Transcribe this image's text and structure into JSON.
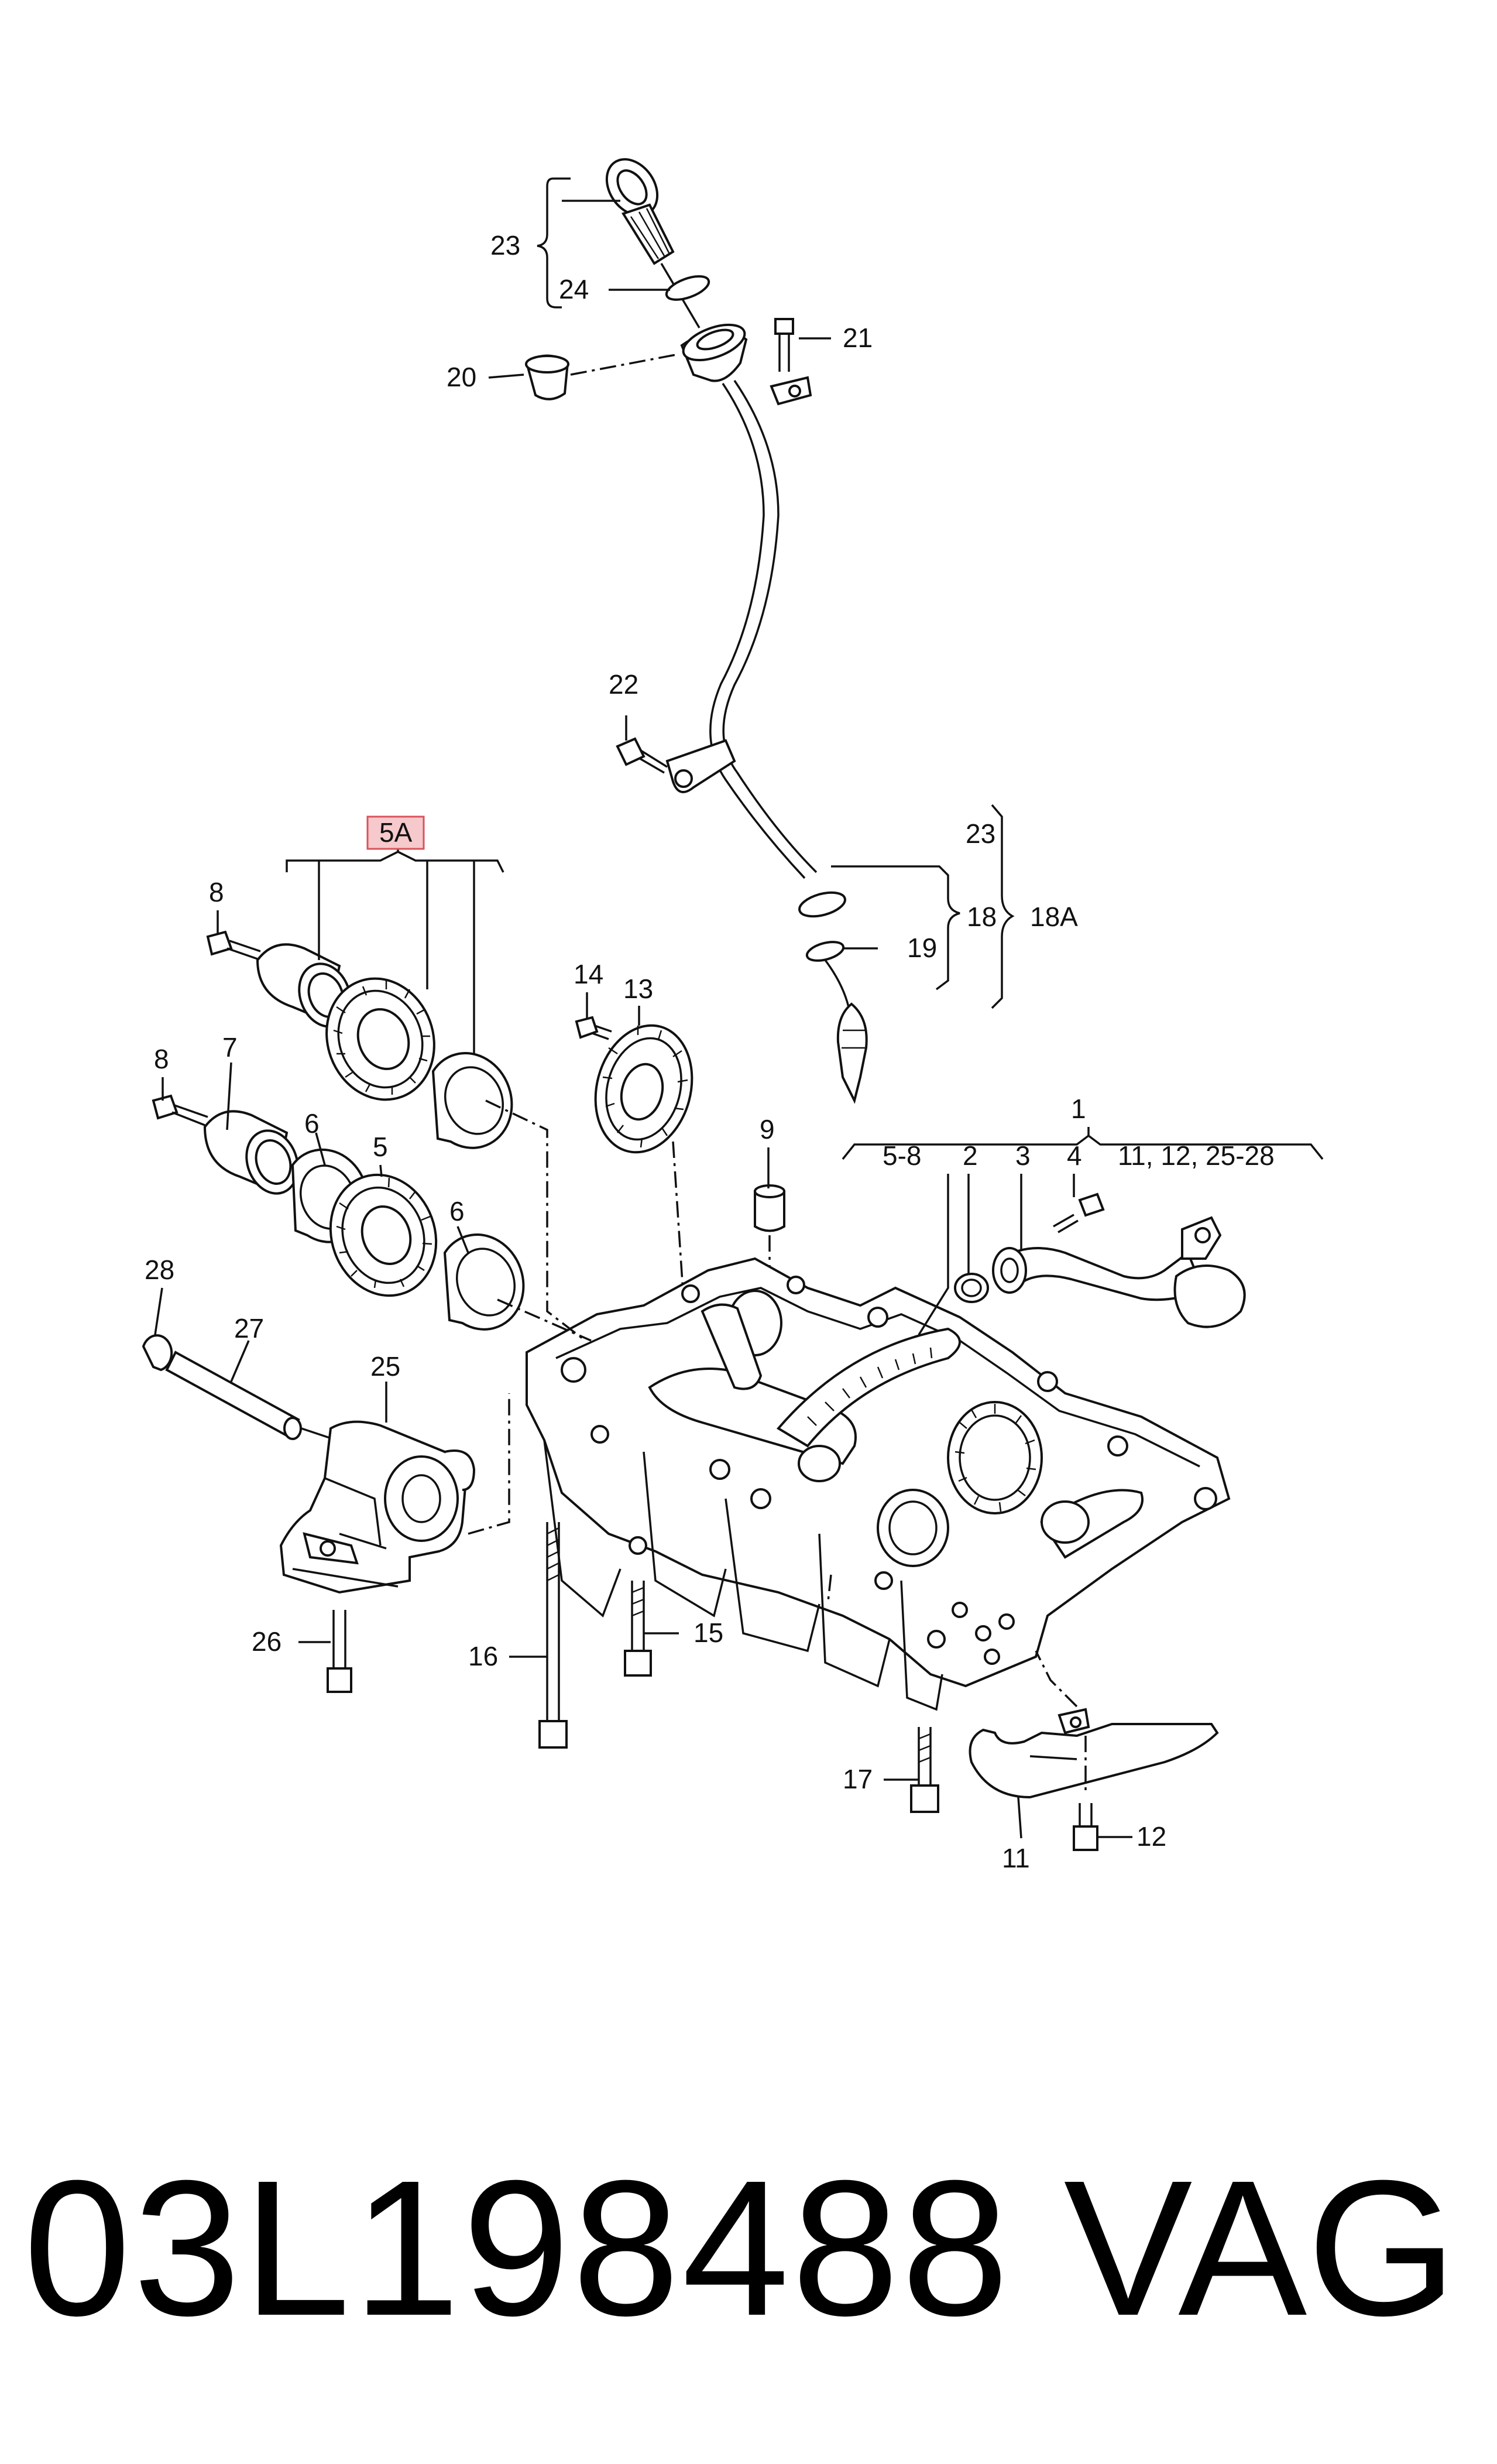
{
  "callouts": {
    "c1": "1",
    "c2": "2",
    "c3": "3",
    "c4": "4",
    "c5": "5",
    "c5a": "5A",
    "c58": "5-8",
    "c6a": "6",
    "c6b": "6",
    "c7": "7",
    "c8a": "8",
    "c8b": "8",
    "c9": "9",
    "c11": "11",
    "c11group": "11, 12, 25-28",
    "c12": "12",
    "c13": "13",
    "c14": "14",
    "c15": "15",
    "c16": "16",
    "c17": "17",
    "c18": "18",
    "c18a": "18A",
    "c19": "19",
    "c20": "20",
    "c21": "21",
    "c22": "22",
    "c23a": "23",
    "c23b": "23",
    "c24": "24",
    "c25": "25",
    "c26": "26",
    "c27": "27",
    "c28": "28"
  },
  "footer": {
    "part_number": "03L198488",
    "brand": "VAG"
  },
  "colors": {
    "highlight_fill": "#f6c9cc",
    "highlight_stroke": "#d9535c"
  }
}
